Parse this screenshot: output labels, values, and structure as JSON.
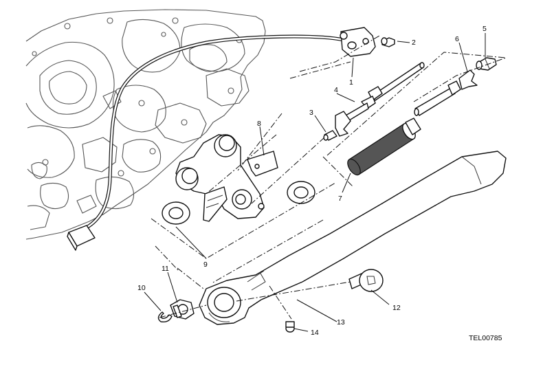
{
  "diagram": {
    "code": "TEL00785",
    "callouts": [
      "1",
      "2",
      "3",
      "4",
      "5",
      "6",
      "7",
      "8",
      "9",
      "10",
      "11",
      "12",
      "13",
      "14"
    ]
  }
}
